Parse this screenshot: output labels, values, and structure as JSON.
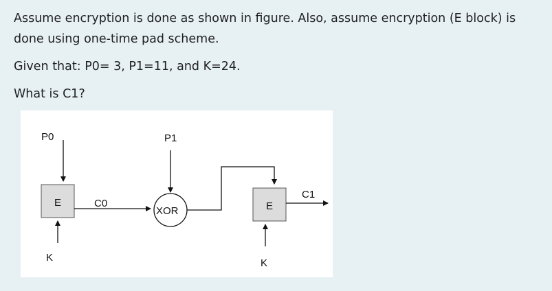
{
  "question": {
    "line1": "Assume encryption is done as shown in figure. Also, assume encryption (E block) is",
    "line2": "done using one-time pad scheme.",
    "given": "Given that: P0= 3, P1=11, and K=24.",
    "ask": "What is C1?"
  },
  "figure": {
    "p0": "P0",
    "p1": "P1",
    "e_left": "E",
    "e_right": "E",
    "c0": "C0",
    "c1": "C1",
    "xor": "XOR",
    "k_left": "K",
    "k_right": "K"
  }
}
